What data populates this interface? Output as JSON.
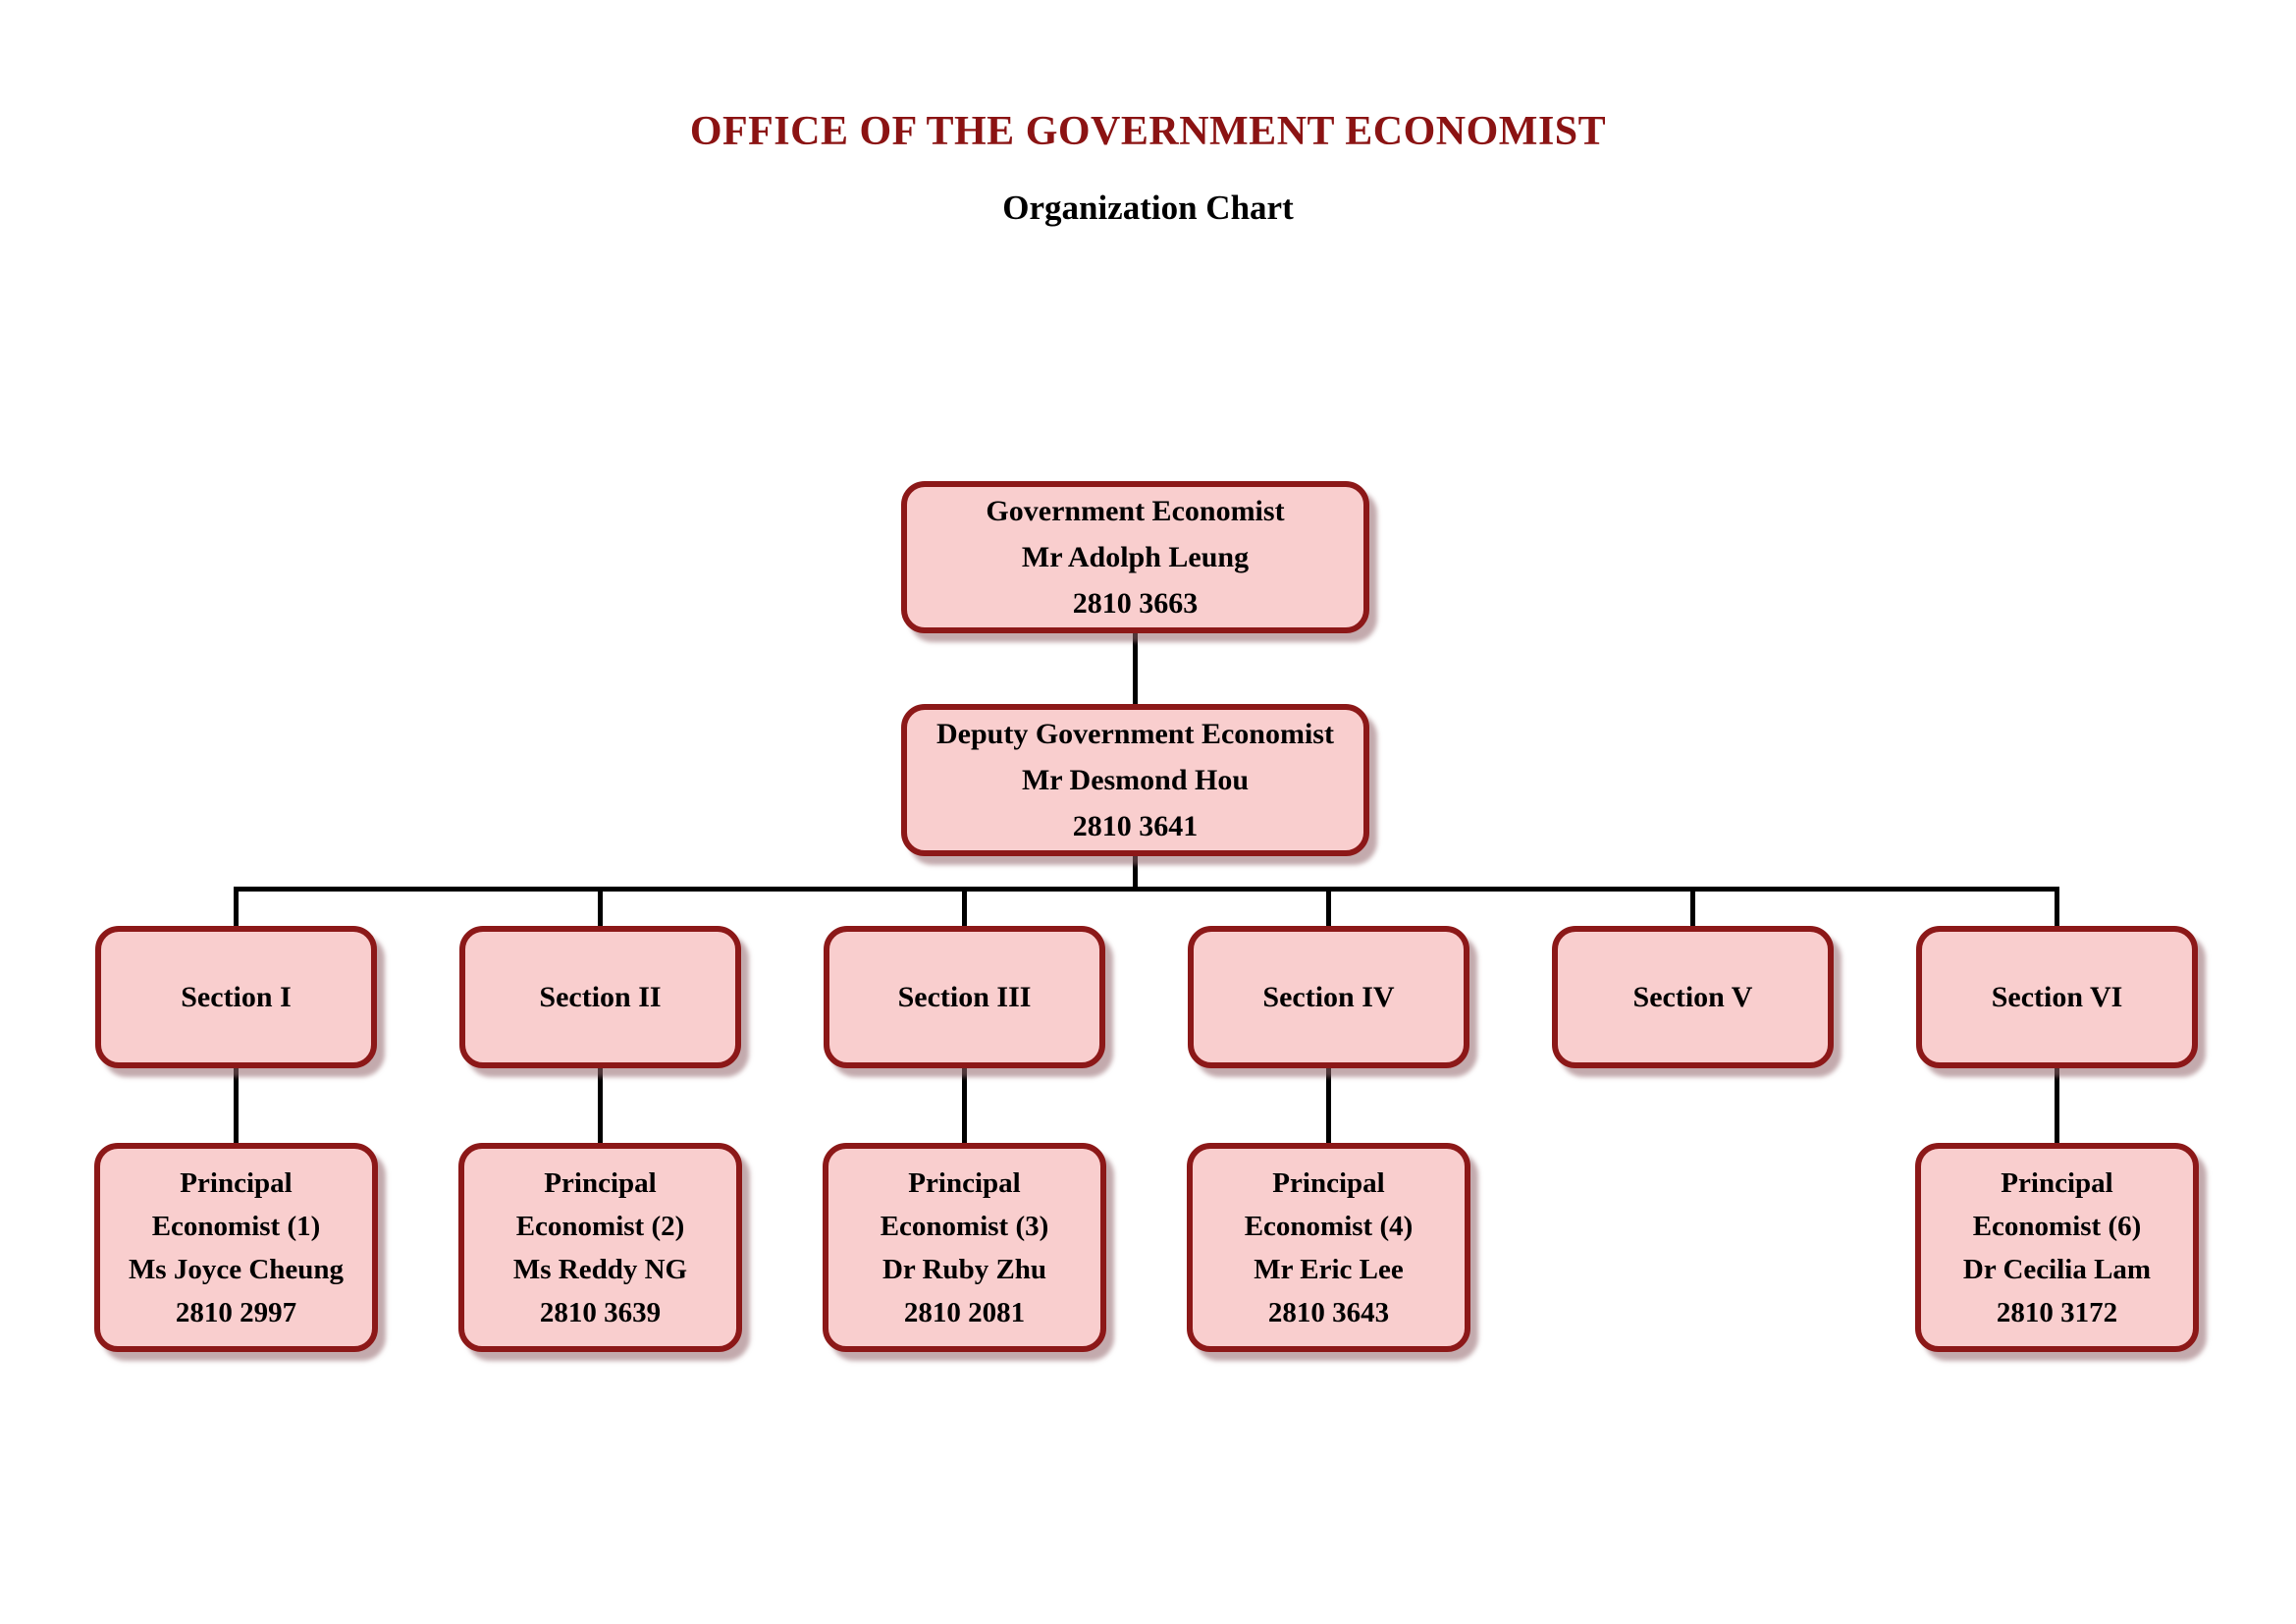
{
  "header": {
    "title": "OFFICE OF THE GOVERNMENT ECONOMIST",
    "subtitle": "Organization Chart"
  },
  "palette": {
    "title_text": "#8B1313",
    "box_fill": "#F9CECE",
    "box_border": "#8C1818",
    "box_text": "#000000",
    "connector": "#000000",
    "background": "#FFFFFF"
  },
  "org_chart": {
    "root": {
      "title": "Government Economist",
      "name": "Mr Adolph Leung",
      "phone": "2810 3663"
    },
    "deputy": {
      "title": "Deputy Government Economist",
      "name": "Mr Desmond Hou",
      "phone": "2810 3641"
    },
    "sections": [
      {
        "label": "Section I",
        "principal": {
          "role": [
            "Principal",
            "Economist (1)"
          ],
          "name": "Ms Joyce Cheung",
          "phone": "2810 2997"
        }
      },
      {
        "label": "Section II",
        "principal": {
          "role": [
            "Principal",
            "Economist (2)"
          ],
          "name": "Ms Reddy NG",
          "phone": "2810 3639"
        }
      },
      {
        "label": "Section III",
        "principal": {
          "role": [
            "Principal",
            "Economist (3)"
          ],
          "name": "Dr Ruby Zhu",
          "phone": "2810 2081"
        }
      },
      {
        "label": "Section IV",
        "principal": {
          "role": [
            "Principal",
            "Economist (4)"
          ],
          "name": "Mr Eric Lee",
          "phone": "2810 3643"
        }
      },
      {
        "label": "Section V"
      },
      {
        "label": "Section VI",
        "principal": {
          "role": [
            "Principal",
            "Economist (6)"
          ],
          "name": "Dr Cecilia Lam",
          "phone": "2810 3172"
        }
      }
    ]
  }
}
